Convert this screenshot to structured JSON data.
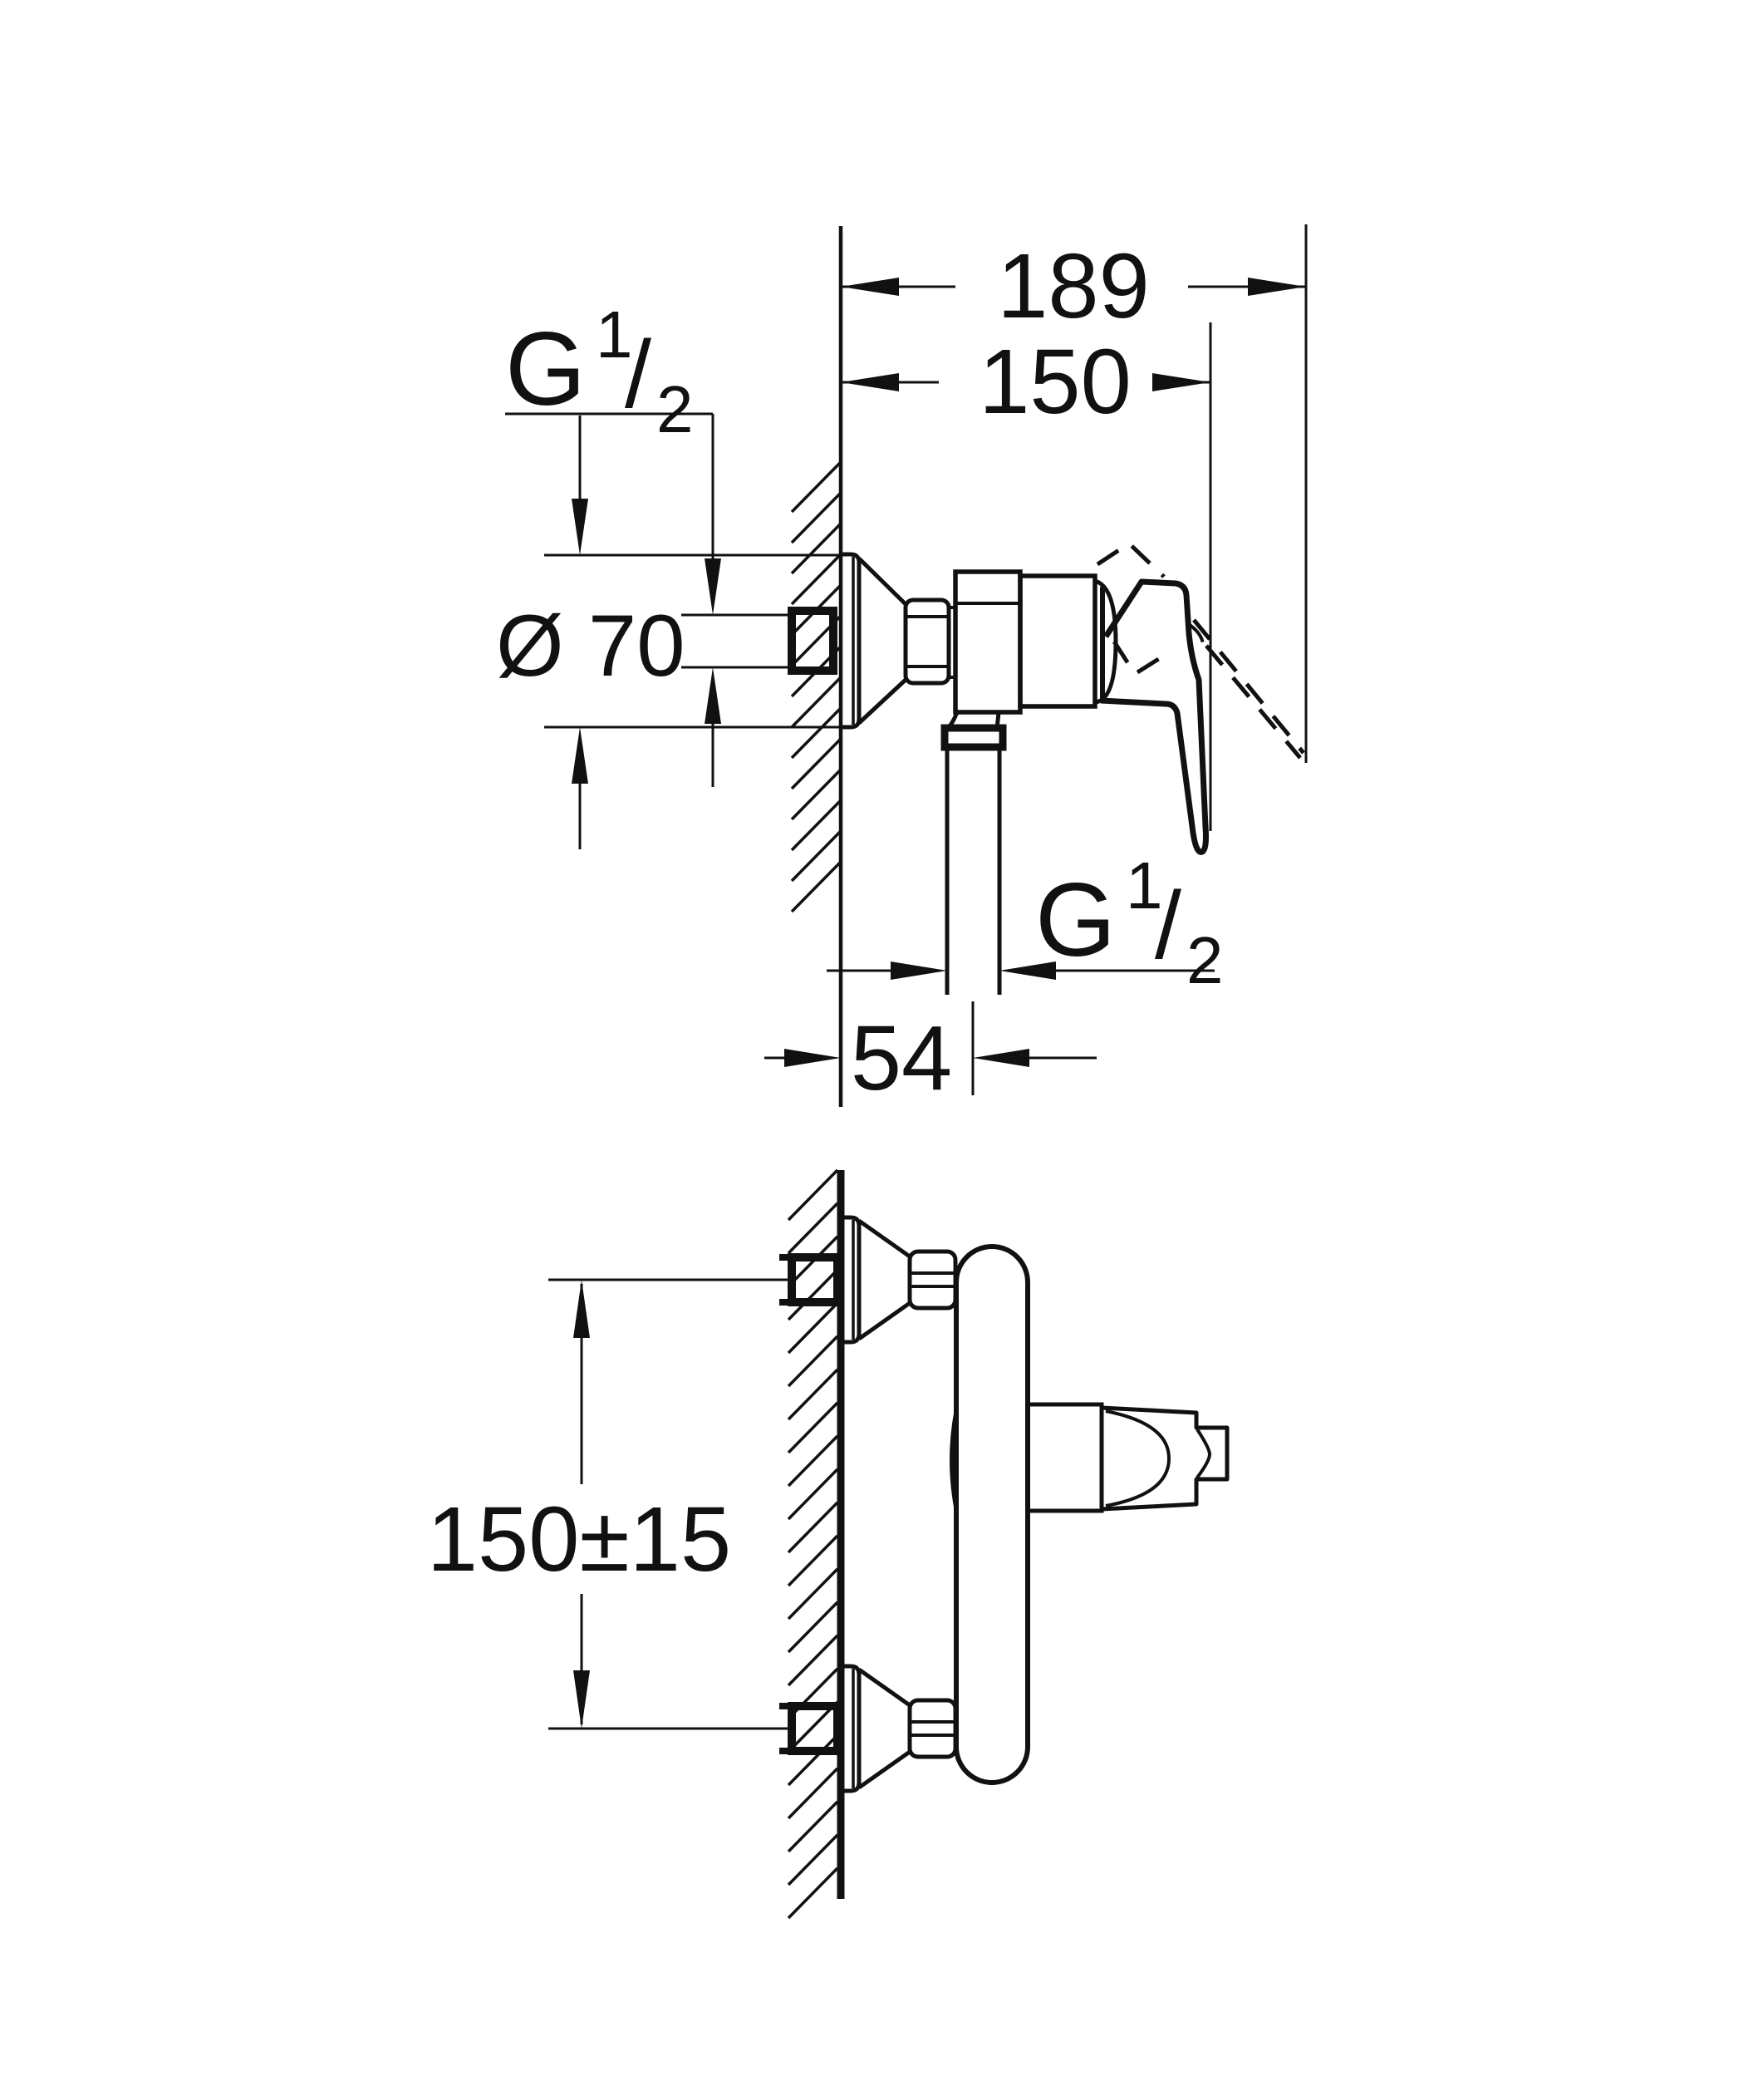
{
  "drawing": {
    "background_color": "#ffffff",
    "line_color": "#111111",
    "type": "technical-dimension-drawing",
    "subject": "wall-mounted single-lever shower mixer, side view and front view",
    "dimensions": {
      "overall_depth": "189",
      "depth_to_handle": "150",
      "escutcheon_diameter": "Ø 70",
      "outlet_offset_from_wall": "54",
      "inlet_spacing": "150±15",
      "inlet_thread": {
        "g": "G",
        "sup": "1",
        "slash": "/",
        "sub": "2"
      },
      "outlet_thread": {
        "g": "G",
        "sup": "1",
        "slash": "/",
        "sub": "2"
      }
    }
  }
}
